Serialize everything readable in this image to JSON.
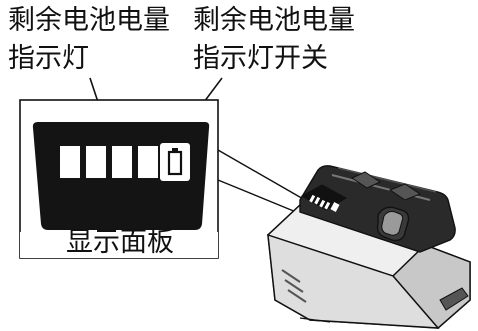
{
  "callouts": {
    "indicator_left": {
      "line1": "剩余电池电量",
      "line2": "指示灯"
    },
    "indicator_right": {
      "line1": "剩余电池电量",
      "line2": "指示灯开关"
    }
  },
  "panel": {
    "label": "显示面板",
    "bar_count": 4,
    "icon": "battery-outline-icon"
  },
  "colors": {
    "ink": "#111111",
    "panel_bg": "#141414",
    "indicator": "#ffffff",
    "battery_body": "#d9d9d9"
  }
}
